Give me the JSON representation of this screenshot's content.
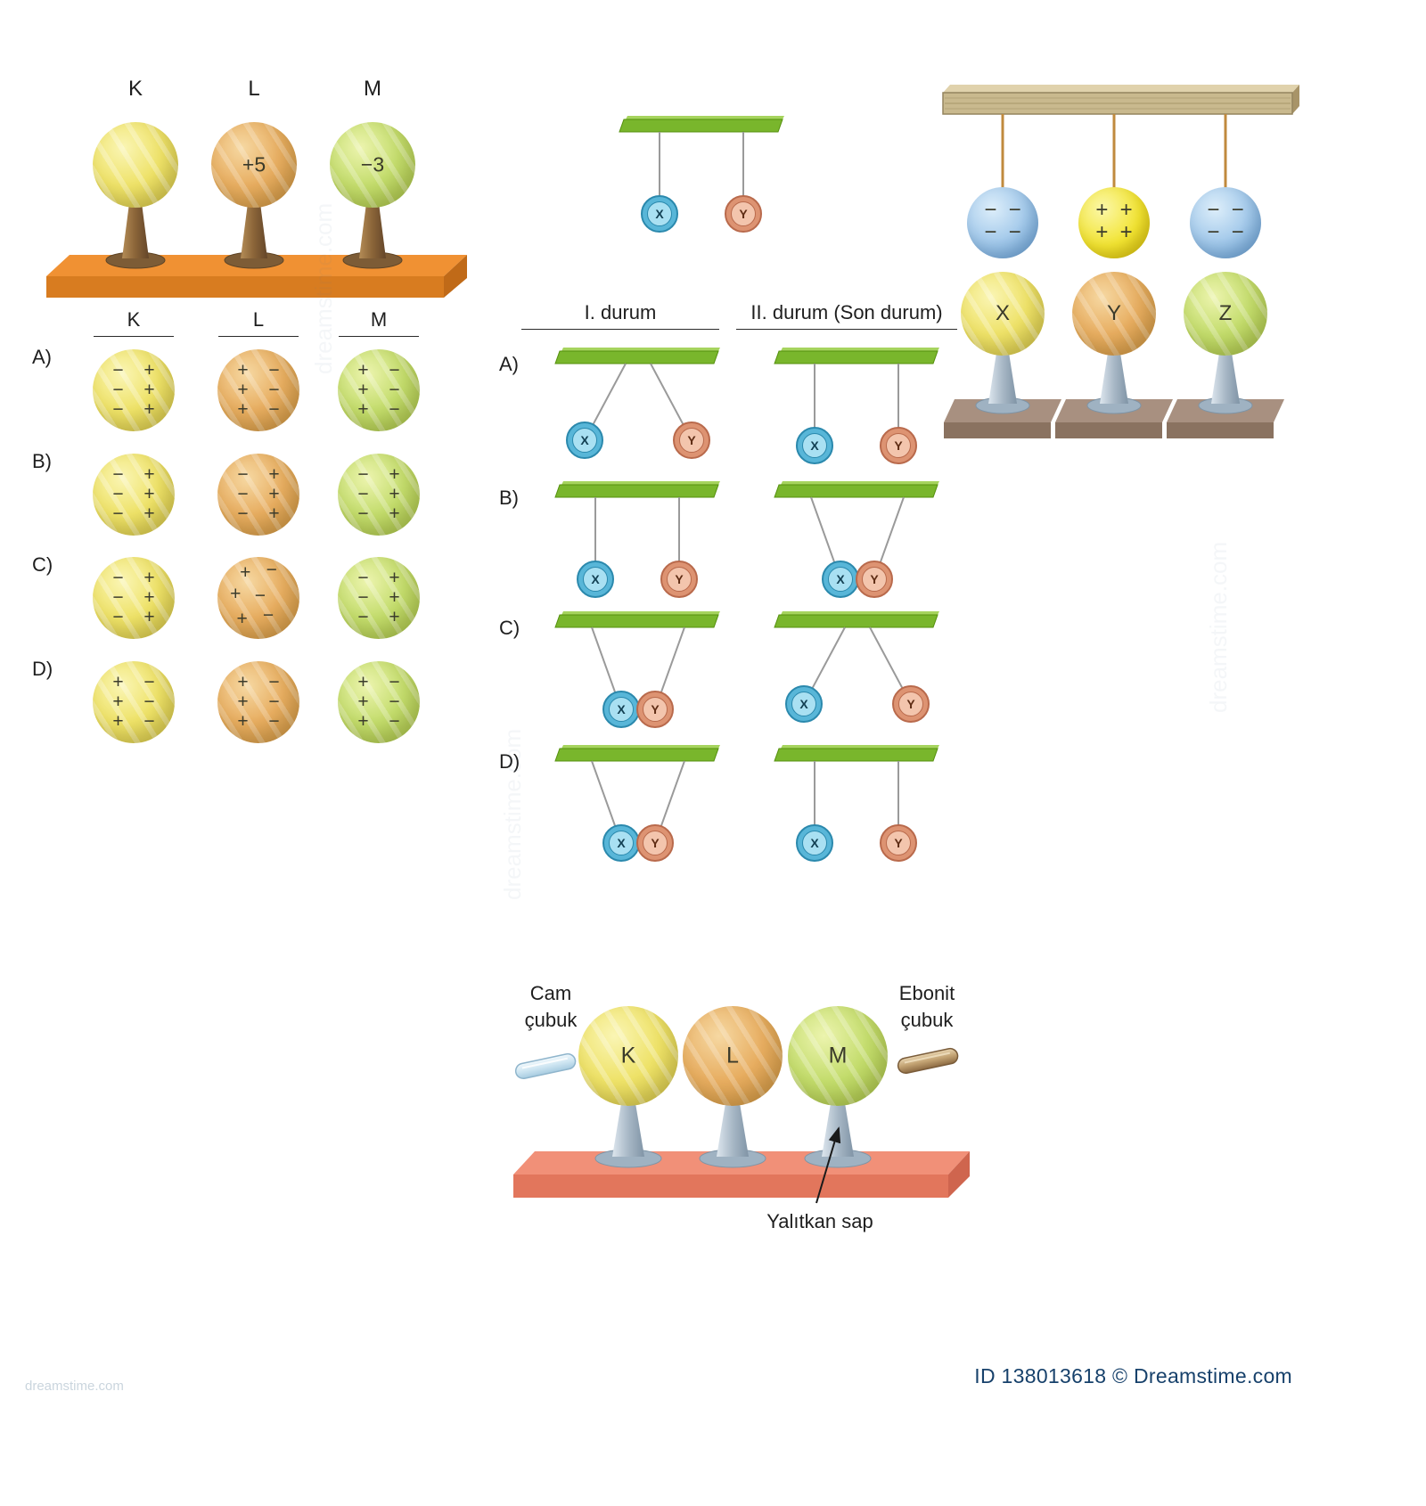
{
  "meta": {
    "credit": "ID 138013618 © Dreamstime.com",
    "watermark": "dreamstime.com"
  },
  "stand_scene": {
    "labels": [
      "K",
      "L",
      "M"
    ],
    "charge_labels": [
      "",
      "+5",
      "−3"
    ],
    "colors": [
      "yellow",
      "orange",
      "green"
    ]
  },
  "answer_table": {
    "col_headers": [
      "K",
      "L",
      "M"
    ],
    "rows": [
      {
        "label": "A)",
        "cells": [
          {
            "color": "yellow",
            "signs": [
              "−",
              "+",
              "−",
              "+",
              "−",
              "+"
            ],
            "scatter": false
          },
          {
            "color": "orange",
            "signs": [
              "+",
              "−",
              "+",
              "−",
              "+",
              "−"
            ],
            "scatter": false
          },
          {
            "color": "green",
            "signs": [
              "+",
              "−",
              "+",
              "−",
              "+",
              "−"
            ],
            "scatter": false
          }
        ]
      },
      {
        "label": "B)",
        "cells": [
          {
            "color": "yellow",
            "signs": [
              "−",
              "+",
              "−",
              "+",
              "−",
              "+"
            ],
            "scatter": false
          },
          {
            "color": "orange",
            "signs": [
              "−",
              "+",
              "−",
              "+",
              "−",
              "+"
            ],
            "scatter": false
          },
          {
            "color": "green",
            "signs": [
              "−",
              "+",
              "−",
              "+",
              "−",
              "+"
            ],
            "scatter": false
          }
        ]
      },
      {
        "label": "C)",
        "cells": [
          {
            "color": "yellow",
            "signs": [
              "−",
              "+",
              "−",
              "+",
              "−",
              "+"
            ],
            "scatter": false
          },
          {
            "color": "orange",
            "signs": [
              "+",
              "−",
              "+",
              "−",
              "+",
              "−"
            ],
            "scatter": true
          },
          {
            "color": "green",
            "signs": [
              "−",
              "+",
              "−",
              "+",
              "−",
              "+"
            ],
            "scatter": false
          }
        ]
      },
      {
        "label": "D)",
        "cells": [
          {
            "color": "yellow",
            "signs": [
              "+",
              "−",
              "+",
              "−",
              "+",
              "−"
            ],
            "scatter": false
          },
          {
            "color": "orange",
            "signs": [
              "+",
              "−",
              "+",
              "−",
              "+",
              "−"
            ],
            "scatter": false
          },
          {
            "color": "green",
            "signs": [
              "+",
              "−",
              "+",
              "−",
              "+",
              "−"
            ],
            "scatter": false
          }
        ]
      }
    ]
  },
  "pendulum": {
    "ball_labels": [
      "X",
      "Y"
    ],
    "initial_mode": "straight",
    "table": {
      "col_headers": [
        "I. durum",
        "II. durum (Son durum)"
      ],
      "rows": [
        {
          "label": "A)",
          "first": "apart",
          "second": "straight"
        },
        {
          "label": "B)",
          "first": "straight",
          "second": "together"
        },
        {
          "label": "C)",
          "first": "together",
          "second": "apart"
        },
        {
          "label": "D)",
          "first": "together",
          "second": "straight"
        }
      ]
    }
  },
  "hanging_scene": {
    "balls": [
      {
        "color": "blue",
        "signs": [
          "−",
          "−",
          "−",
          "−"
        ]
      },
      {
        "color": "yellow",
        "signs": [
          "+",
          "+",
          "+",
          "+"
        ]
      },
      {
        "color": "blue",
        "signs": [
          "−",
          "−",
          "−",
          "−"
        ]
      }
    ],
    "spheres": [
      {
        "label": "X",
        "color": "yellow"
      },
      {
        "label": "Y",
        "color": "orange"
      },
      {
        "label": "Z",
        "color": "green"
      }
    ]
  },
  "bottom_scene": {
    "glass_rod_label": [
      "Cam",
      "çubuk"
    ],
    "ebonite_rod_label": [
      "Ebonit",
      "çubuk"
    ],
    "insulator_label": "Yalıtkan sap",
    "spheres": [
      {
        "label": "K",
        "color": "yellow"
      },
      {
        "label": "L",
        "color": "orange"
      },
      {
        "label": "M",
        "color": "green"
      }
    ]
  }
}
